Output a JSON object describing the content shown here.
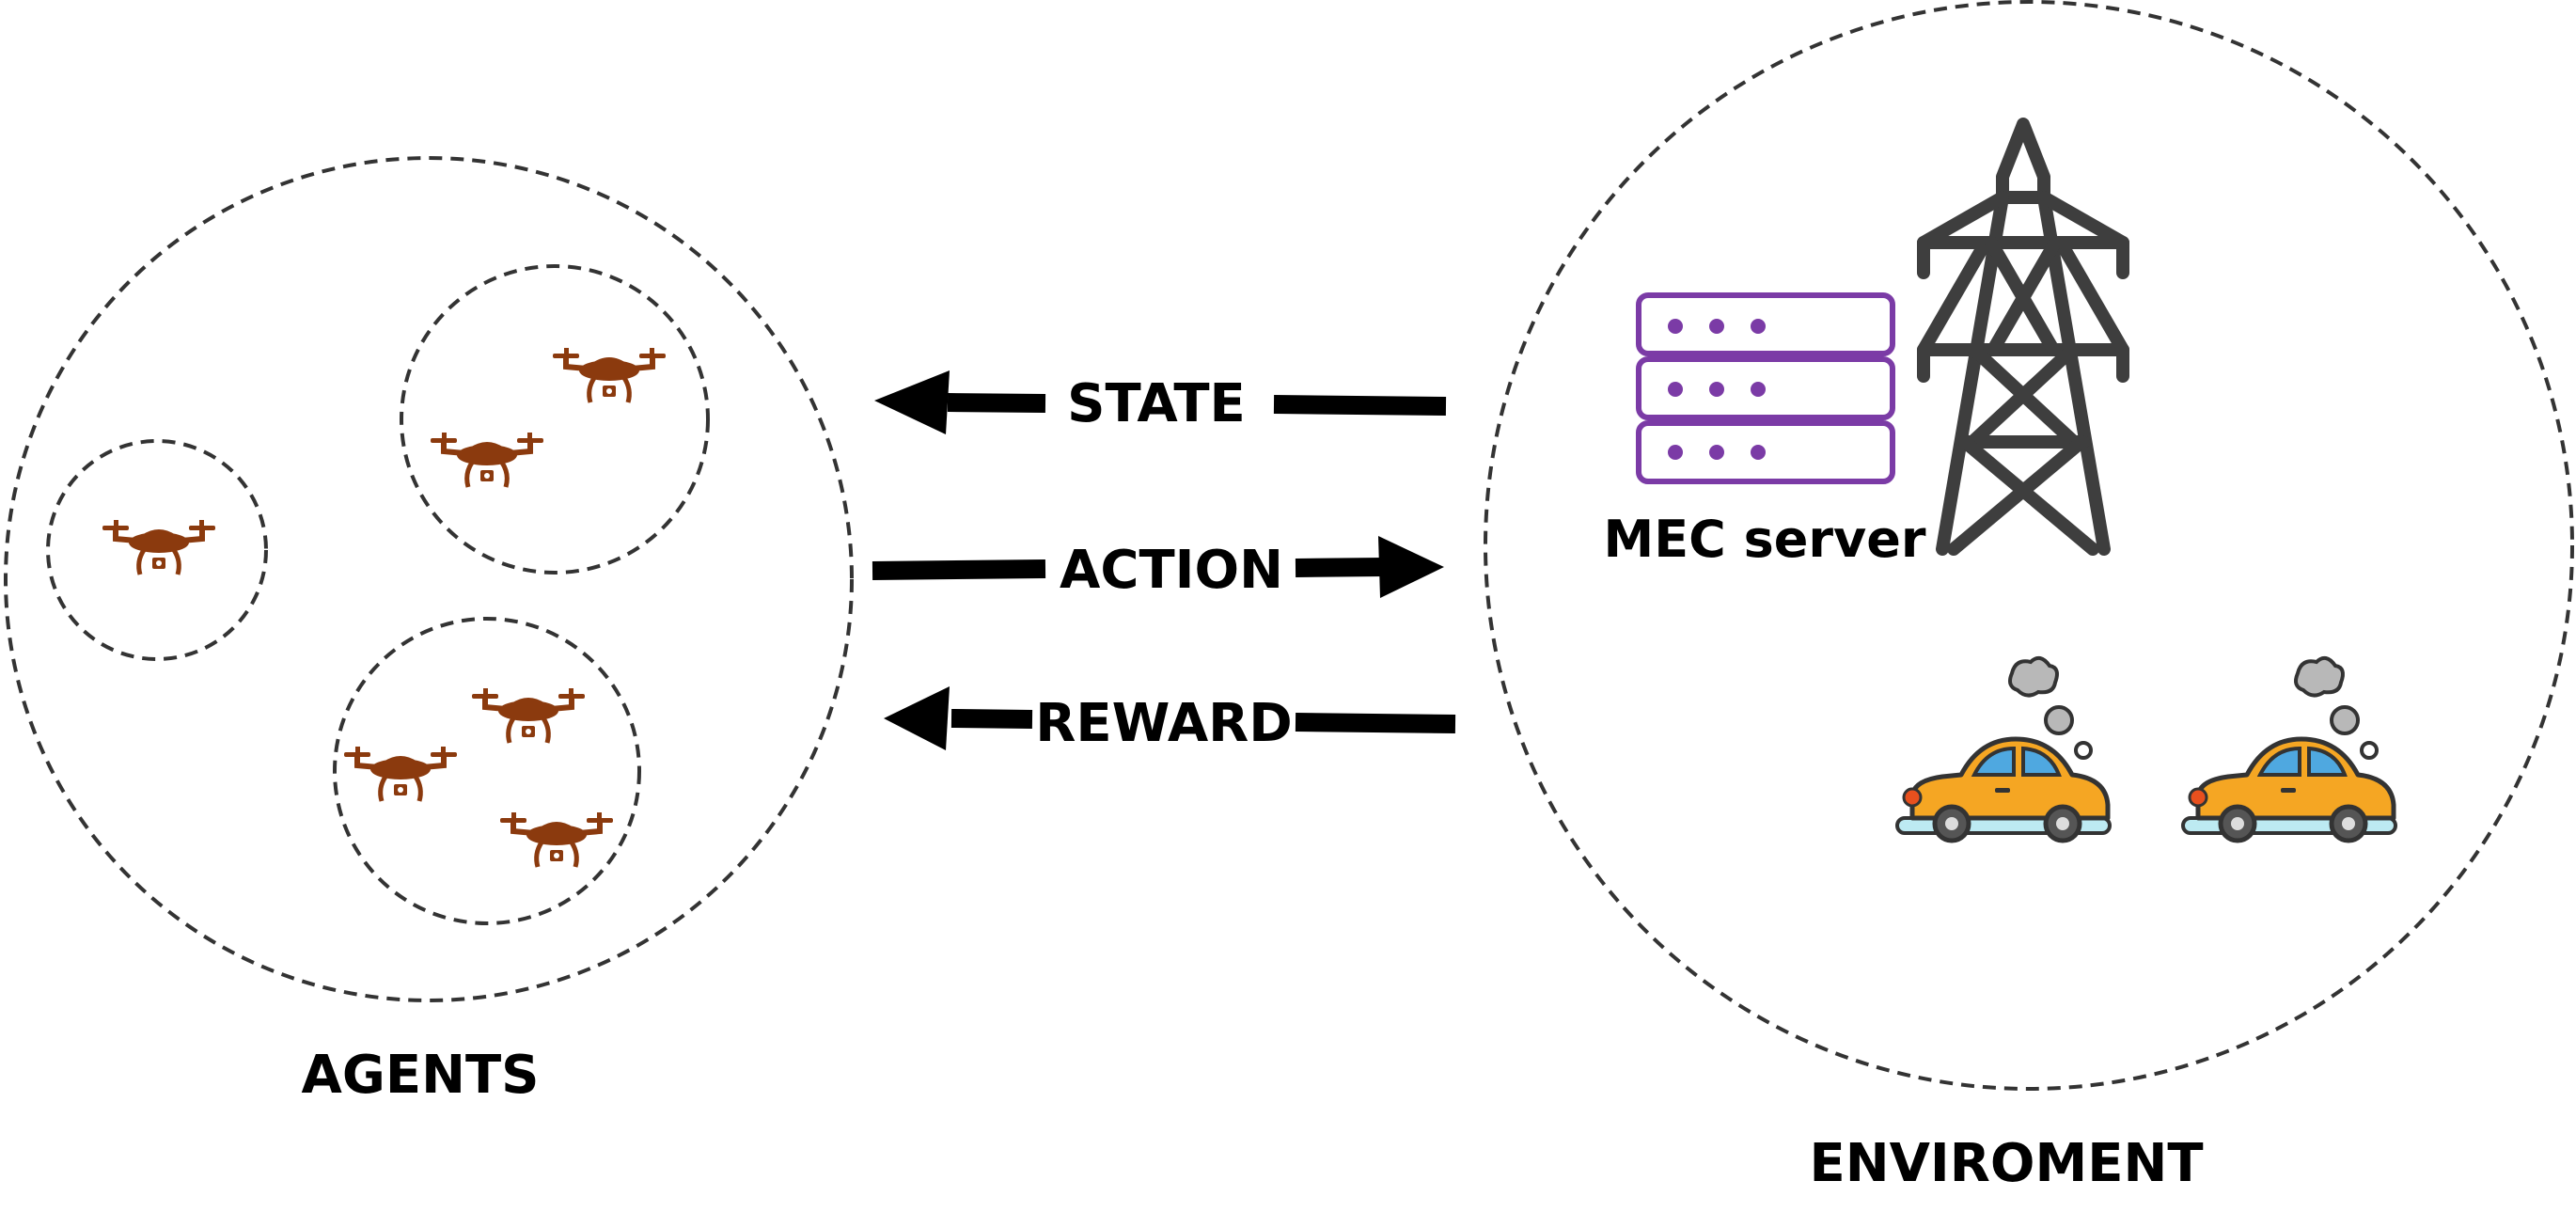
{
  "labels": {
    "agents": "AGENTS",
    "environment": "ENVIROMENT",
    "mec_server": "MEC server"
  },
  "arrows": {
    "state": "STATE",
    "action": "ACTION",
    "reward": "REWARD"
  },
  "agent_groups": [
    {
      "drone_count": 1
    },
    {
      "drone_count": 2
    },
    {
      "drone_count": 3
    }
  ],
  "colors": {
    "drone": "#8B3A0E",
    "server": "#7B3BA6",
    "tower": "#3E3E3E",
    "car_body": "#F5A623",
    "car_window": "#4FA8E0",
    "smoke": "#B8B8B8",
    "outline": "#444444"
  },
  "icons": [
    "drone-icon",
    "server-icon",
    "transmission-tower-icon",
    "car-icon"
  ]
}
